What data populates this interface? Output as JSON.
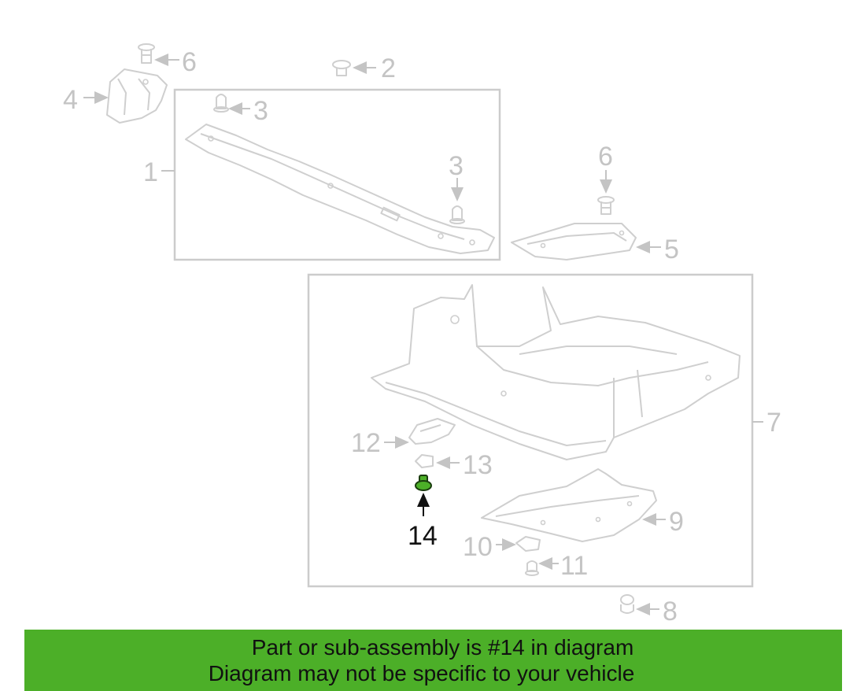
{
  "diagram": {
    "callouts": {
      "c1": "1",
      "c2": "2",
      "c3a": "3",
      "c3b": "3",
      "c4": "4",
      "c5": "5",
      "c6a": "6",
      "c6b": "6",
      "c7": "7",
      "c8": "8",
      "c9": "9",
      "c10": "10",
      "c11": "11",
      "c12": "12",
      "c13": "13",
      "c14": "14"
    },
    "highlight_part": "14",
    "colors": {
      "line": "#cfcfcf",
      "highlight_fill": "#4caf28",
      "highlight_text": "#111111",
      "banner_bg": "#4caf28"
    }
  },
  "banner": {
    "line1": "Part or sub-assembly is #14 in diagram",
    "line2": "Diagram may not be specific to your vehicle"
  }
}
